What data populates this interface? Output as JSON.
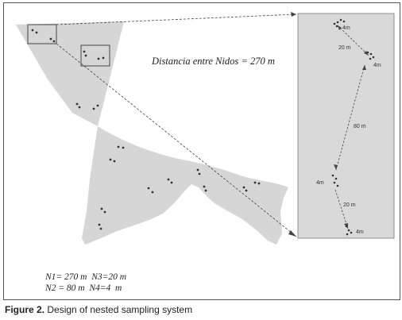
{
  "distance_label": "Distancia entre Nidos = 270 m",
  "legend": {
    "line1": "N1= 270 m  N3=20 m",
    "line2": "N2 = 80 m  N4=4  m"
  },
  "zoom_labels": {
    "top_4m": "4m",
    "seg_20m_top": "20 m",
    "mid_4m": "4m",
    "seg_80m": "80 m",
    "left_4m": "4m",
    "seg_20m_bottom": "20 m",
    "bottom_4m": "4m"
  },
  "caption": {
    "prefix": "Figure 2.",
    "text": " Design of nested sampling system"
  },
  "colors": {
    "region_fill": "#d6d6d6",
    "zoom_panel": "#d9d9d9",
    "dot": "#333333",
    "line": "#444444"
  }
}
